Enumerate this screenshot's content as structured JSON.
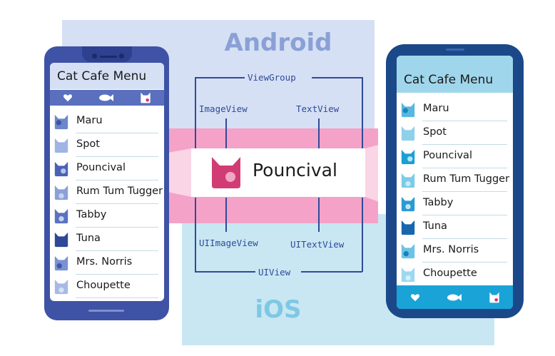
{
  "labels": {
    "android": "Android",
    "ios": "iOS",
    "viewgroup": "ViewGroup",
    "imageview": "ImageView",
    "textview": "TextView",
    "uiimageview": "UIImageView",
    "uitextview": "UITextView",
    "uiview": "UIView",
    "center_name": "Pouncival"
  },
  "android_app": {
    "title": "Cat Cafe Menu",
    "toolbar_icons": [
      "heart-icon",
      "fish-icon",
      "cat-icon"
    ],
    "items": [
      "Maru",
      "Spot",
      "Pouncival",
      "Rum Tum Tugger",
      "Tabby",
      "Tuna",
      "Mrs. Norris",
      "Choupette"
    ]
  },
  "ios_app": {
    "title": "Cat Cafe Menu",
    "toolbar_icons": [
      "heart-icon",
      "fish-icon",
      "cat-icon"
    ],
    "items": [
      "Maru",
      "Spot",
      "Pouncival",
      "Rum Tum Tugger",
      "Tabby",
      "Tuna",
      "Mrs. Norris",
      "Choupette"
    ]
  },
  "colors": {
    "android_frame": "#3e53a5",
    "android_header": "#d6e0f4",
    "ios_frame": "#1b4889",
    "ios_header": "#9fd6ec",
    "ios_toolbar": "#1aa3d6",
    "highlight": "#f4a2c8",
    "pouncival": "#d23c74"
  }
}
